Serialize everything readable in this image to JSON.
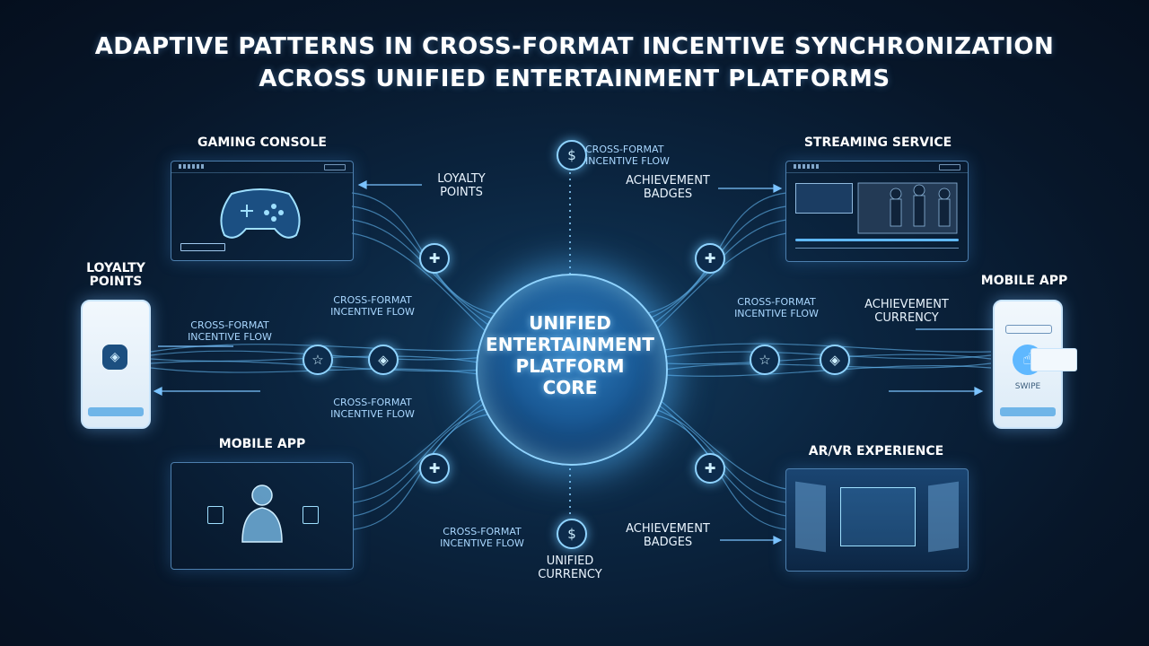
{
  "title": {
    "line1": "ADAPTIVE PATTERNS IN CROSS-FORMAT INCENTIVE SYNCHRONIZATION",
    "line2": "ACROSS UNIFIED ENTERTAINMENT PLATFORMS"
  },
  "hub": {
    "line1": "UNIFIED",
    "line2": "ENTERTAINMENT",
    "line3": "PLATFORM",
    "line4": "CORE"
  },
  "panels": {
    "gaming_console": "GAMING CONSOLE",
    "streaming_service": "STREAMING SERVICE",
    "mobile_app_left": "MOBILE APP",
    "arvr": "AR/VR EXPERIENCE",
    "mobile_app_right": "MOBILE APP"
  },
  "labels": {
    "loyalty_top_l1": "LOYALTY",
    "loyalty_top_l2": "POINTS",
    "loyalty_left_l1": "LOYALTY",
    "loyalty_left_l2": "POINTS",
    "badges_top_l1": "ACHIEVEMENT",
    "badges_top_l2": "BADGES",
    "currency_right_l1": "ACHIEVEMENT",
    "currency_right_l2": "CURRENCY",
    "badges_bottom_l1": "ACHIEVEMENT",
    "badges_bottom_l2": "BADGES",
    "unified_currency_l1": "UNIFIED",
    "unified_currency_l2": "CURRENCY",
    "flow_top_l1": "CROSS-FORMAT",
    "flow_top_l2": "INCENTIVE FLOW",
    "flow_ml_l1": "CROSS-FORMAT",
    "flow_ml_l2": "INCENTIVE FLOW",
    "flow_left_l1": "CROSS-FORMAT",
    "flow_left_l2": "INCENTIVE FLOW",
    "flow_ll_l1": "CROSS-FORMAT",
    "flow_ll_l2": "INCENTIVE FLOW",
    "flow_mr_l1": "CROSS-FORMAT",
    "flow_mr_l2": "INCENTIVE FLOW",
    "flow_bottom_l1": "CROSS-FORMAT",
    "flow_bottom_l2": "INCENTIVE FLOW",
    "swipe": "SWIPE"
  },
  "icons": {
    "dollar": "$",
    "star": "☆",
    "diamond": "◈",
    "gamepad": "✚",
    "hand": "☝"
  },
  "colors": {
    "accent": "#7cc4ff",
    "glow": "#8fd3ff",
    "background": "#071629"
  }
}
